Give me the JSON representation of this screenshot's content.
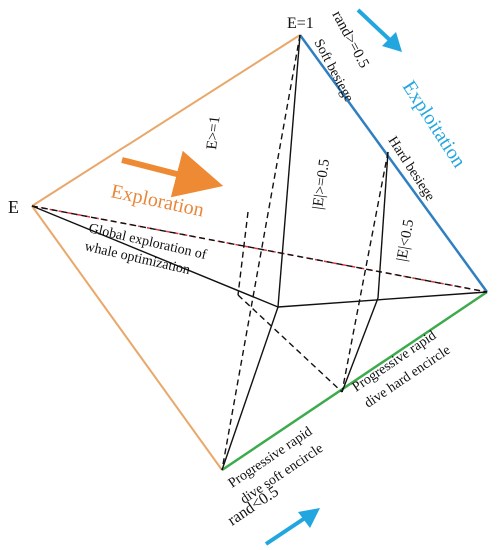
{
  "labels": {
    "e_left": "E",
    "e_top": "E=1",
    "rand_top": "rand>=0.5",
    "soft_besiege": "Soft besiege",
    "exploitation": "Exploitation",
    "hard_besiege": "Hard besiege",
    "e_ge_1": "E>=1",
    "abs_e_ge_05": "|E|>=0.5",
    "abs_e_lt_05": "|E|<0.5",
    "exploration": "Exploration",
    "global_line1": "Global exploration of",
    "global_line2": "whale optimization",
    "soft_encircle_line1": "Progressive rapid",
    "soft_encircle_line2": "dive soft encircle",
    "hard_encircle_line1": "Progressive rapid",
    "hard_encircle_line2": "dive hard encircle",
    "rand_bottom": "rand<0.5"
  },
  "colors": {
    "orange_edge": "#e9a86a",
    "blue_edge": "#2f7fc1",
    "green_edge": "#3daa4c",
    "red_dashed": "#d9363e",
    "orange_arrow": "#ee8a34",
    "blue_arrow": "#22a6e0",
    "line": "#111111"
  }
}
